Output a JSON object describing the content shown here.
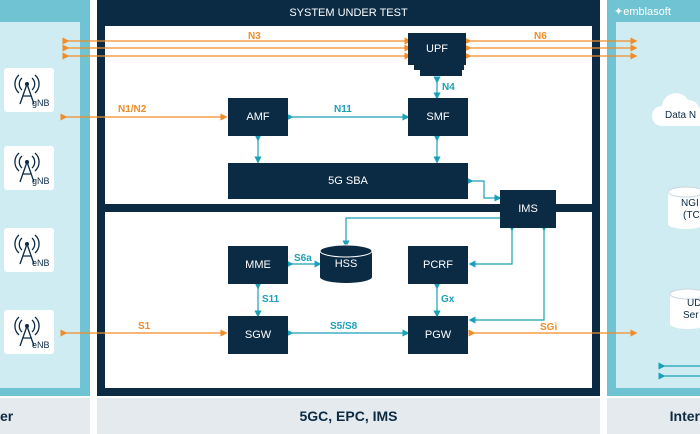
{
  "title": "SYSTEM UNDER TEST",
  "brand": "emblasoft",
  "footer": {
    "left": "er",
    "center": "5GC, EPC, IMS",
    "right": "Inter"
  },
  "nodes": {
    "upf": "UPF",
    "amf": "AMF",
    "smf": "SMF",
    "sba": "5G SBA",
    "ims": "IMS",
    "mme": "MME",
    "hss": "HSS",
    "pcrf": "PCRF",
    "sgw": "SGW",
    "pgw": "PGW"
  },
  "interfaces": {
    "n3": "N3",
    "n6": "N6",
    "n4": "N4",
    "n1n2": "N1/N2",
    "n11": "N11",
    "s6a": "S6a",
    "s11": "S11",
    "s1": "S1",
    "s5s8": "S5/S8",
    "gx": "Gx",
    "sgi": "SGi"
  },
  "left_stations": [
    "gNB",
    "gNB",
    "eNB",
    "eNB"
  ],
  "right_items": {
    "data_network": "Data N",
    "ngi_1": "NGI",
    "ngi_2": "(TC",
    "ud_1": "UD",
    "ud_2": "Ser"
  },
  "colors": {
    "navy": "#0b2a44",
    "teal": "#6fc3d2",
    "orange": "#f28c28",
    "link": "#1aa1b8"
  }
}
